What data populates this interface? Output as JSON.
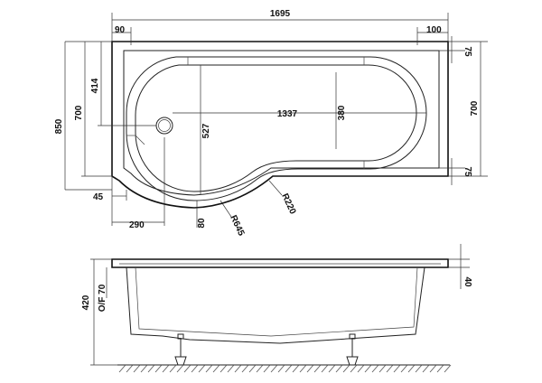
{
  "plan": {
    "overall_length": "1695",
    "left_offset": "90",
    "right_offset": "100",
    "depth_414": "414",
    "depth_700_left": "700",
    "depth_850": "850",
    "bowl_length": "1337",
    "bowl_width": "527",
    "narrow_width": "380",
    "depth_700_right": "700",
    "rim_75_top": "75",
    "rim_75_bottom": "75",
    "edge_45": "45",
    "width_290": "290",
    "dim_80": "80",
    "radius_645": "R645",
    "radius_220": "R220"
  },
  "elevation": {
    "height_420": "420",
    "overflow_70": "O/F 70",
    "rim_40": "40"
  }
}
